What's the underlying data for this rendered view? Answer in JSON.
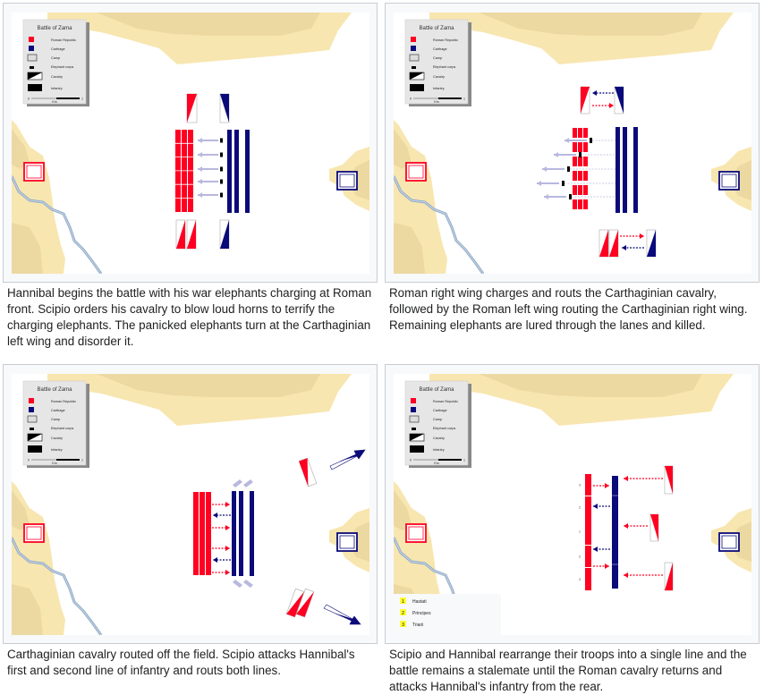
{
  "legend": {
    "title": "Battle of Zama",
    "items": [
      {
        "label": "Roman Republic",
        "symbol": "roman-swatch"
      },
      {
        "label": "Carthage",
        "symbol": "carthage-swatch"
      },
      {
        "label": "Camp",
        "symbol": "camp-symbol"
      },
      {
        "label": "Elephant corps",
        "symbol": "elephant-symbol"
      },
      {
        "label": "Cavalry",
        "symbol": "cavalry-symbol"
      },
      {
        "label": "Infantry",
        "symbol": "infantry-symbol"
      }
    ],
    "scale_start": "0",
    "scale_end": "1",
    "scale_unit": "Km"
  },
  "colors": {
    "roman": "#ff0022",
    "carthage": "#0a0a7a",
    "land": "#f8e6b0",
    "land_dark": "#ecd9a2",
    "river": "#8faac6",
    "elephant_arrow": "#b8b8e0"
  },
  "panels": [
    {
      "id": "phase-1",
      "caption": "Hannibal begins the battle with his war elephants charging at Roman front. Scipio orders his cavalry to blow loud horns to terrify the charging elephants. The panicked elephants turn at the Carthaginian left wing and disorder it."
    },
    {
      "id": "phase-2",
      "caption": "Roman right wing charges and routs the Carthaginian cavalry, followed by the Roman left wing routing the Carthaginian right wing. Remaining elephants are lured through the lanes and killed."
    },
    {
      "id": "phase-3",
      "caption": "Carthaginian cavalry routed off the field. Scipio attacks Hannibal's first and second line of infantry and routs both lines."
    },
    {
      "id": "phase-4",
      "caption": "Scipio and Hannibal rearrange their troops into a single line and the battle remains a stalemate until the Roman cavalry returns and attacks Hannibal's infantry from the rear.",
      "line_legend": [
        {
          "num": "1",
          "label": "Hastati"
        },
        {
          "num": "2",
          "label": "Principes"
        },
        {
          "num": "3",
          "label": "Triarii"
        }
      ],
      "roman_line_numbers": [
        "3",
        "2",
        "1",
        "2",
        "3"
      ]
    }
  ]
}
